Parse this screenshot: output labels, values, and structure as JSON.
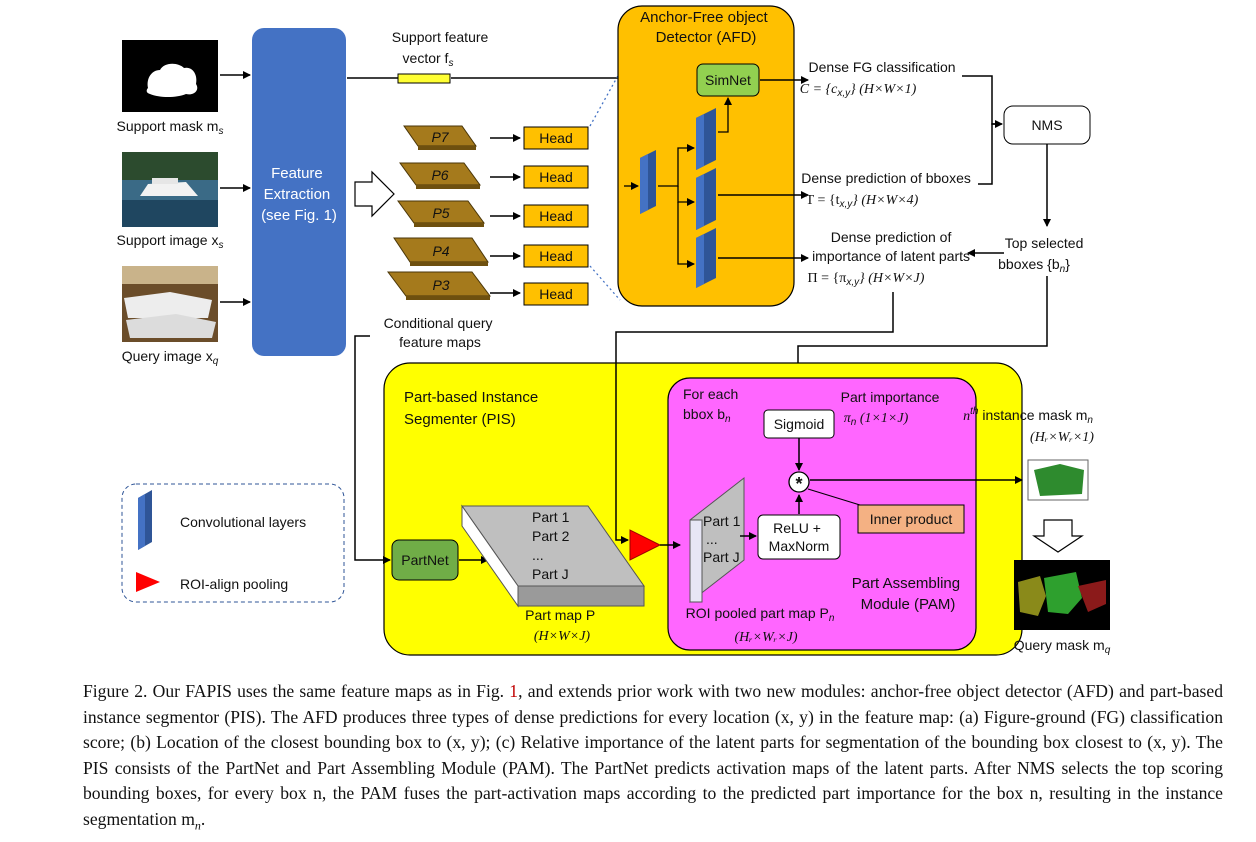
{
  "inputs": {
    "support_mask": "Support mask m",
    "support_mask_sub": "s",
    "support_image": "Support image x",
    "support_image_sub": "s",
    "query_image": "Query image x",
    "query_image_sub": "q"
  },
  "feature_extraction": {
    "line1": "Feature",
    "line2": "Extraction",
    "line3": "(see Fig. 1)"
  },
  "support_vector": {
    "line1": "Support feature",
    "line2": "vector f",
    "line2_sub": "s"
  },
  "pyramid": {
    "levels": [
      "P7",
      "P6",
      "P5",
      "P4",
      "P3"
    ],
    "head_label": "Head",
    "caption_line1": "Conditional query",
    "caption_line2": "feature maps"
  },
  "afd": {
    "title_line1": "Anchor-Free object",
    "title_line2": "Detector (AFD)",
    "simnet": "SimNet"
  },
  "outputs": {
    "fg_line1": "Dense FG classification",
    "fg_line2": "C = {c",
    "fg_line2_sub": "x,y",
    "fg_line2_rest": "} (H×W×1)",
    "bbox_line1": "Dense prediction of bboxes",
    "bbox_line2": "T = {t",
    "bbox_line2_sub": "x,y",
    "bbox_line2_rest": "} (H×W×4)",
    "imp_line1": "Dense prediction of",
    "imp_line2": "importance of latent parts",
    "imp_line3": "Π = {π",
    "imp_line3_sub": "x,y",
    "imp_line3_rest": "} (H×W×J)",
    "nms": "NMS",
    "top_line1": "Top selected",
    "top_line2": "bboxes {b",
    "top_line2_sub": "n",
    "top_line2_rest": "}"
  },
  "pis": {
    "title_line1": "Part-based Instance",
    "title_line2": "Segmenter (PIS)",
    "partnet": "PartNet",
    "part1": "Part 1",
    "part2": "Part 2",
    "dots": "...",
    "partJ": "Part J",
    "partmap_line1": "Part map P",
    "partmap_line2": "(H×W×J)"
  },
  "pam": {
    "foreach_line1": "For each",
    "foreach_line2": "bbox b",
    "foreach_line2_sub": "n",
    "sigmoid": "Sigmoid",
    "imp_line1": "Part importance",
    "imp_line2": "π",
    "imp_line2_sub": "n",
    "imp_line2_rest": " (1×1×J)",
    "star": "*",
    "inner_product": "Inner product",
    "relu_line1": "ReLU +",
    "relu_line2": "MaxNorm",
    "pooled_part1": "Part 1",
    "pooled_dots": "...",
    "pooled_partJ": "Part J",
    "pooled_line1": "ROI pooled part map P",
    "pooled_line1_sub": "n",
    "pooled_line2": "(Hᵣ×Wᵣ×J)",
    "title_line1": "Part Assembling",
    "title_line2": "Module (PAM)"
  },
  "instance_mask": {
    "line1": "n",
    "line1_sup": "th",
    "line1_rest": " instance mask m",
    "line1_sub": "n",
    "line2": "(Hᵣ×Wᵣ×1)",
    "query_mask": "Query mask m",
    "query_mask_sub": "q"
  },
  "legend": {
    "conv": "Convolutional layers",
    "roi": "ROI-align pooling"
  },
  "caption": {
    "figure": "Figure 2.",
    "p1": " Our FAPIS uses the same feature maps as in Fig. ",
    "ref": "1",
    "p2": ", and extends prior work with two new modules: anchor-free object detector (AFD) and part-based instance segmentor (PIS). The AFD produces three types of dense predictions for every location (x, y) in the feature map: (a) Figure-ground (FG) classification score; (b) Location of the closest bounding box to (x, y); (c) Relative importance of the latent parts for segmentation of the bounding box closest to (x, y). The PIS consists of the PartNet and Part Assembling Module (PAM). The PartNet predicts activation maps of the latent parts. After NMS selects the top scoring bounding boxes, for every box n, the PAM fuses the part-activation maps according to the predicted part importance for the box n, resulting in the instance segmentation m",
    "p2_sub": "n",
    "p3": "."
  }
}
